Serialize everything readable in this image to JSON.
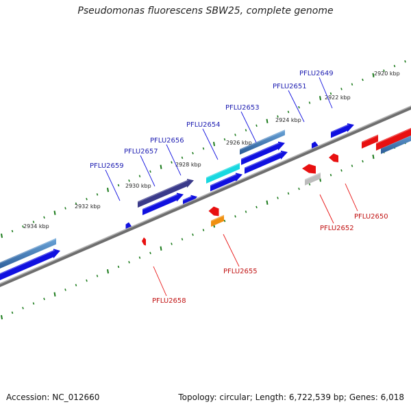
{
  "title": "Pseudomonas fluorescens SBW25, complete genome",
  "footer": {
    "accession": "Accession: NC_012660",
    "topology": "Topology: circular; Length: 6,722,539 bp; Genes: 6,018"
  },
  "colors": {
    "forward": "#1010e0",
    "reverse": "#e81010",
    "forward_label": "#1a1ab0",
    "reverse_label": "#c01010",
    "backbone": "#808080",
    "ticks": "#1a7a1a"
  },
  "scale_labels": [
    "2920 kbp",
    "2922 kbp",
    "2924 kbp",
    "2926 kbp",
    "2928 kbp",
    "2930 kbp",
    "2932 kbp",
    "2934 kbp"
  ],
  "genes_forward": [
    {
      "name": "PFLU2649",
      "fill": "#1010e0"
    },
    {
      "name": "PFLU2651",
      "fill": "#1010e0"
    },
    {
      "name": "PFLU2653",
      "fill": "#1010e0"
    },
    {
      "name": "PFLU2654",
      "fill": "#18d8e0"
    },
    {
      "name": "PFLU2656",
      "fill": "#1010e0"
    },
    {
      "name": "PFLU2657",
      "fill": "#3a3a8a"
    },
    {
      "name": "PFLU2659",
      "fill": "#1010e0"
    }
  ],
  "genes_reverse": [
    {
      "name": "PFLU2650",
      "fill": "#e81010"
    },
    {
      "name": "PFLU2652",
      "fill": "#bcbcbc"
    },
    {
      "name": "PFLU2655",
      "fill": "#f09010"
    },
    {
      "name": "PFLU2658",
      "fill": "#e81010"
    }
  ]
}
